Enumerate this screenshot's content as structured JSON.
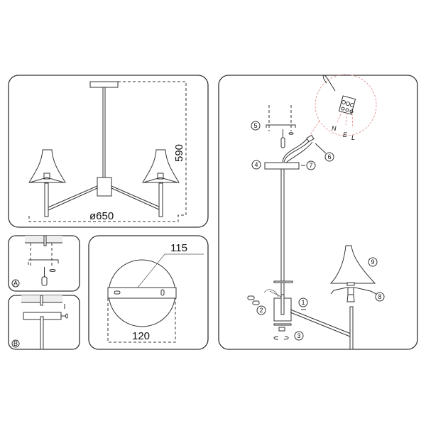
{
  "overview": {
    "height_label": "590",
    "diameter_label": "ø650"
  },
  "step_a": {
    "label": "A"
  },
  "step_b": {
    "label": "B"
  },
  "mount_plate": {
    "width_label": "115",
    "diameter_label": "120"
  },
  "assembly": {
    "callouts": [
      "1",
      "2",
      "3",
      "4",
      "5",
      "6",
      "7",
      "8",
      "9"
    ],
    "wiring": {
      "n": "N",
      "e": "E",
      "l": "L"
    }
  }
}
